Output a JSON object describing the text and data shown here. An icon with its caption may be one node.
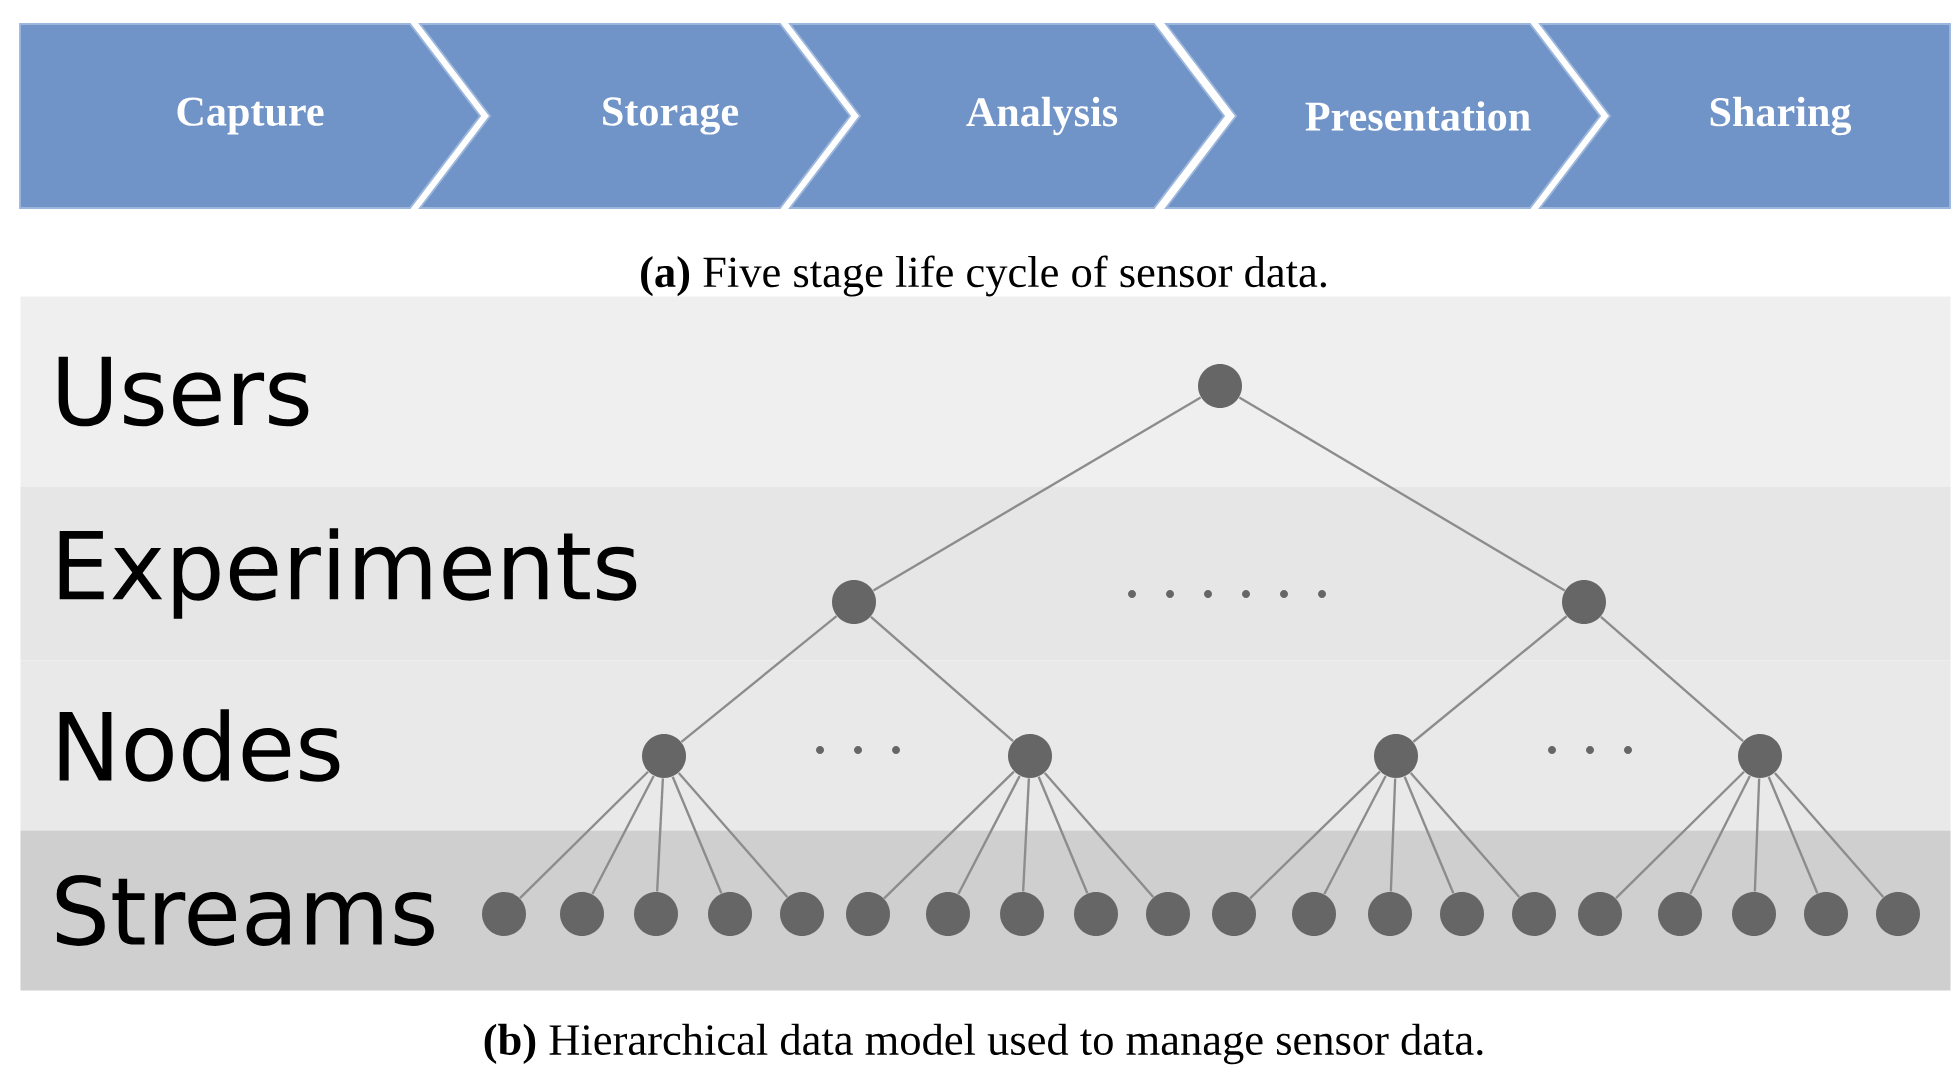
{
  "diagram": {
    "nodes": [
      {
        "text": [
          "Capture"
        ]
      },
      {
        "text": [
          "Storage"
        ]
      },
      {
        "text": [
          "Analysis"
        ]
      },
      {
        "text": [
          "Presentation"
        ]
      },
      {
        "text": [
          "Sharing"
        ]
      },
      {
        "text": [
          "Users"
        ]
      },
      {
        "text": [
          "Experiments"
        ]
      },
      {
        "text": [
          "Nodes"
        ]
      },
      {
        "text": [
          "Streams"
        ]
      },
      {
        "text": [],
        "shape": "circle",
        "in": 5
      },
      {
        "text": [],
        "shape": "circle",
        "in": 6
      },
      {
        "text": [],
        "shape": "circle",
        "in": 6
      },
      {
        "text": [],
        "shape": "circle",
        "in": 7
      },
      {
        "text": [],
        "shape": "circle",
        "in": 7
      },
      {
        "text": [],
        "shape": "circle",
        "in": 7
      },
      {
        "text": [],
        "shape": "circle",
        "in": 7
      },
      {
        "text": [],
        "shape": "circle",
        "in": 8
      },
      {
        "text": [],
        "shape": "circle",
        "in": 8
      },
      {
        "text": [],
        "shape": "circle",
        "in": 8
      },
      {
        "text": [],
        "shape": "circle",
        "in": 8
      },
      {
        "text": [],
        "shape": "circle",
        "in": 8
      },
      {
        "text": [],
        "shape": "circle",
        "in": 8
      },
      {
        "text": [],
        "shape": "circle",
        "in": 8
      },
      {
        "text": [],
        "shape": "circle",
        "in": 8
      },
      {
        "text": [],
        "shape": "circle",
        "in": 8
      },
      {
        "text": [],
        "shape": "circle",
        "in": 8
      },
      {
        "text": [],
        "shape": "circle",
        "in": 8
      },
      {
        "text": [],
        "shape": "circle",
        "in": 8
      },
      {
        "text": [],
        "shape": "circle",
        "in": 8
      },
      {
        "text": [],
        "shape": "circle",
        "in": 8
      },
      {
        "text": [],
        "shape": "circle",
        "in": 8
      },
      {
        "text": [],
        "shape": "circle",
        "in": 8
      },
      {
        "text": [],
        "shape": "circle",
        "in": 8
      },
      {
        "text": [],
        "shape": "circle",
        "in": 8
      },
      {
        "text": [],
        "shape": "circle",
        "in": 8
      },
      {
        "text": [],
        "shape": "circle",
        "in": 8
      }
    ],
    "edges": [
      {
        "from": 9,
        "to": 10,
        "arrow": "none"
      },
      {
        "from": 9,
        "to": 11,
        "arrow": "none"
      },
      {
        "from": 10,
        "to": 12,
        "arrow": "none"
      },
      {
        "from": 10,
        "to": 13,
        "arrow": "none"
      },
      {
        "from": 11,
        "to": 14,
        "arrow": "none"
      },
      {
        "from": 11,
        "to": 15,
        "arrow": "none"
      },
      {
        "from": 12,
        "to": 16,
        "arrow": "none"
      },
      {
        "from": 12,
        "to": 17,
        "arrow": "none"
      },
      {
        "from": 12,
        "to": 18,
        "arrow": "none"
      },
      {
        "from": 12,
        "to": 19,
        "arrow": "none"
      },
      {
        "from": 12,
        "to": 20,
        "arrow": "none"
      },
      {
        "from": 13,
        "to": 21,
        "arrow": "none"
      },
      {
        "from": 13,
        "to": 22,
        "arrow": "none"
      },
      {
        "from": 13,
        "to": 23,
        "arrow": "none"
      },
      {
        "from": 13,
        "to": 24,
        "arrow": "none"
      },
      {
        "from": 13,
        "to": 25,
        "arrow": "none"
      },
      {
        "from": 14,
        "to": 26,
        "arrow": "none"
      },
      {
        "from": 14,
        "to": 27,
        "arrow": "none"
      },
      {
        "from": 14,
        "to": 28,
        "arrow": "none"
      },
      {
        "from": 14,
        "to": 29,
        "arrow": "none"
      },
      {
        "from": 14,
        "to": 30,
        "arrow": "none"
      },
      {
        "from": 15,
        "to": 31,
        "arrow": "none"
      },
      {
        "from": 15,
        "to": 32,
        "arrow": "none"
      },
      {
        "from": 15,
        "to": 33,
        "arrow": "none"
      },
      {
        "from": 15,
        "to": 34,
        "arrow": "none"
      },
      {
        "from": 15,
        "to": 35,
        "arrow": "none"
      }
    ],
    "labels": [
      "**(a)** Five stage life cycle of sensor data.",
      "**(b)** Hierarchical data model used to manage sensor data."
    ]
  }
}
